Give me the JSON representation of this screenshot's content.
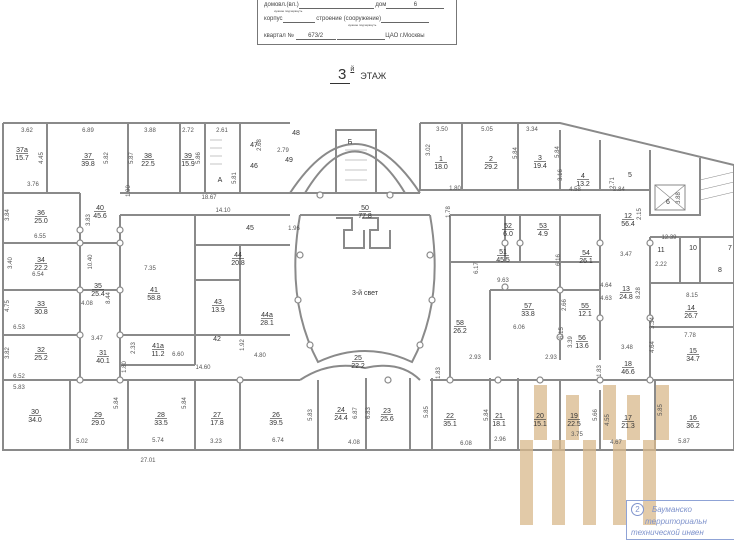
{
  "form": {
    "domovl_label": "домовл.(вл.)",
    "dom_label": "дом",
    "dom_value": "6",
    "hint1": "нужное подчеркнуть",
    "korpus_label": "корпус",
    "stroenie_label": "строение (сооружение)",
    "hint2": "нужное подчеркнуть",
    "kvartal_label": "квартал №",
    "kvartal_value": "673/2",
    "district": "ЦАО г.Москвы"
  },
  "floor": {
    "number": "3",
    "suffix": "й",
    "label": "ЭТАЖ"
  },
  "rooms": [
    {
      "num": "37а",
      "area": "15.7"
    },
    {
      "num": "37",
      "area": "39.8"
    },
    {
      "num": "38",
      "area": "22.5"
    },
    {
      "num": "39",
      "area": "15.9"
    },
    {
      "num": "А",
      "area": ""
    },
    {
      "num": "47",
      "area": ""
    },
    {
      "num": "46",
      "area": ""
    },
    {
      "num": "48",
      "area": ""
    },
    {
      "num": "49",
      "area": ""
    },
    {
      "num": "Б",
      "area": ""
    },
    {
      "num": "50",
      "area": "77.8"
    },
    {
      "num": "1",
      "area": "18.0"
    },
    {
      "num": "2",
      "area": "29.2"
    },
    {
      "num": "3",
      "area": "19.4"
    },
    {
      "num": "4",
      "area": "13.2"
    },
    {
      "num": "5",
      "area": ""
    },
    {
      "num": "6",
      "area": ""
    },
    {
      "num": "36",
      "area": "25.0"
    },
    {
      "num": "40",
      "area": "45.6"
    },
    {
      "num": "45",
      "area": ""
    },
    {
      "num": "44",
      "area": "20.8"
    },
    {
      "num": "34",
      "area": "22.2"
    },
    {
      "num": "41",
      "area": "58.8"
    },
    {
      "num": "43",
      "area": "13.9"
    },
    {
      "num": "44а",
      "area": "28.1"
    },
    {
      "num": "35",
      "area": "25.4"
    },
    {
      "num": "33",
      "area": "30.8"
    },
    {
      "num": "51",
      "area": "45.5"
    },
    {
      "num": "52",
      "area": "6.0"
    },
    {
      "num": "53",
      "area": "4.9"
    },
    {
      "num": "54",
      "area": "26.1"
    },
    {
      "num": "12",
      "area": "56.4"
    },
    {
      "num": "11",
      "area": ""
    },
    {
      "num": "10",
      "area": ""
    },
    {
      "num": "7",
      "area": ""
    },
    {
      "num": "8",
      "area": ""
    },
    {
      "num": "57",
      "area": "33.8"
    },
    {
      "num": "58",
      "area": "26.2"
    },
    {
      "num": "55",
      "area": "12.1"
    },
    {
      "num": "13",
      "area": "24.8"
    },
    {
      "num": "14",
      "area": "26.7"
    },
    {
      "num": "56",
      "area": "13.6"
    },
    {
      "num": "15",
      "area": "34.7"
    },
    {
      "num": "18",
      "area": "46.6"
    },
    {
      "num": "32",
      "area": "25.2"
    },
    {
      "num": "31",
      "area": "40.1"
    },
    {
      "num": "41а",
      "area": "11.2"
    },
    {
      "num": "42",
      "area": ""
    },
    {
      "num": "25",
      "area": "22.2"
    },
    {
      "num": "30",
      "area": "34.0"
    },
    {
      "num": "29",
      "area": "29.0"
    },
    {
      "num": "28",
      "area": "33.5"
    },
    {
      "num": "27",
      "area": "17.8"
    },
    {
      "num": "26",
      "area": "39.5"
    },
    {
      "num": "24",
      "area": "24.4"
    },
    {
      "num": "23",
      "area": "25.6"
    },
    {
      "num": "22",
      "area": "35.1"
    },
    {
      "num": "21",
      "area": "18.1"
    },
    {
      "num": "20",
      "area": "15.1"
    },
    {
      "num": "19",
      "area": "22.5"
    },
    {
      "num": "17",
      "area": "21.3"
    },
    {
      "num": "16",
      "area": "36.2"
    }
  ],
  "atrium_label": "3-й свет",
  "dimensions": [
    "3.62",
    "6.89",
    "3.88",
    "2.72",
    "2.61",
    "4.45",
    "5.82",
    "5.87",
    "5.86",
    "5.81",
    "2.68",
    "2.79",
    "3.76",
    "18.67",
    "14.10",
    "1.90",
    "1.96",
    "3.84",
    "3.83",
    "6.55",
    "3.40",
    "10.40",
    "6.54",
    "7.35",
    "8.44",
    "4.75",
    "4.08",
    "6.53",
    "3.47",
    "2.33",
    "6.60",
    "14.60",
    "1.92",
    "4.80",
    "3.82",
    "6.52",
    "5.83",
    "1.80",
    "5.84",
    "5.84",
    "5.02",
    "5.74",
    "3.23",
    "6.74",
    "5.83",
    "6.87",
    "6.83",
    "4.08",
    "27.01",
    "3.50",
    "5.05",
    "3.34",
    "3.02",
    "5.84",
    "5.84",
    "3.16",
    "4.58",
    "2.71",
    "2.84",
    "3.88",
    "1.80",
    "1.78",
    "2.15",
    "12.39",
    "6.17",
    "9.63",
    "6.16",
    "3.47",
    "2.22",
    "4.64",
    "4.63",
    "2.66",
    "8.28",
    "8.15",
    "3.34",
    "6.06",
    "6.15",
    "3.39",
    "2.93",
    "2.93",
    "3.48",
    "4.64",
    "7.78",
    "1.83",
    "1.83",
    "5.85",
    "5.84",
    "2.96",
    "6.08",
    "3.75",
    "5.66",
    "4.55",
    "4.67",
    "5.85",
    "5.87"
  ],
  "stamp": {
    "number": "2",
    "line1": "Бауманско",
    "line2": "территориальн",
    "line3": "технической инвен"
  },
  "colors": {
    "walls": "#8a8a8a",
    "overlay": "#d9b98c",
    "stamp": "#7f93cc"
  }
}
